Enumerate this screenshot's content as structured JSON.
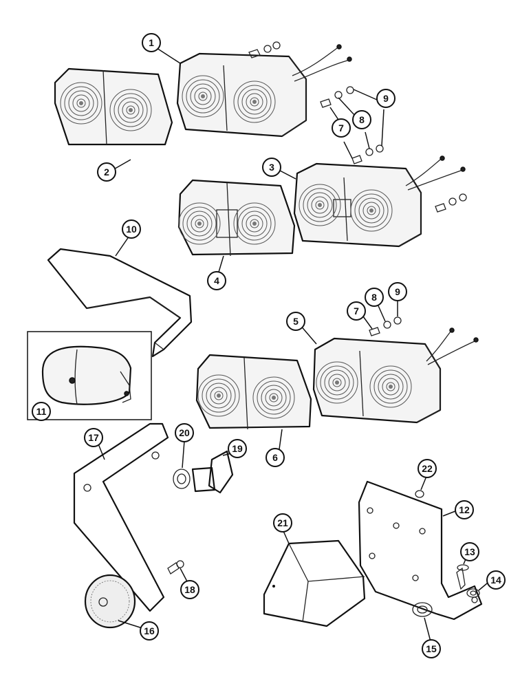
{
  "callouts": [
    {
      "id": "c1",
      "label": "1"
    },
    {
      "id": "c2",
      "label": "2"
    },
    {
      "id": "c3",
      "label": "3"
    },
    {
      "id": "c4",
      "label": "4"
    },
    {
      "id": "c5",
      "label": "5"
    },
    {
      "id": "c6",
      "label": "6"
    },
    {
      "id": "c7a",
      "label": "7"
    },
    {
      "id": "c8a",
      "label": "8"
    },
    {
      "id": "c9a",
      "label": "9"
    },
    {
      "id": "c7b",
      "label": "7"
    },
    {
      "id": "c8b",
      "label": "8"
    },
    {
      "id": "c9b",
      "label": "9"
    },
    {
      "id": "c10",
      "label": "10"
    },
    {
      "id": "c11",
      "label": "11"
    },
    {
      "id": "c12",
      "label": "12"
    },
    {
      "id": "c13",
      "label": "13"
    },
    {
      "id": "c14",
      "label": "14"
    },
    {
      "id": "c15",
      "label": "15"
    },
    {
      "id": "c16",
      "label": "16"
    },
    {
      "id": "c17",
      "label": "17"
    },
    {
      "id": "c18",
      "label": "18"
    },
    {
      "id": "c19",
      "label": "19"
    },
    {
      "id": "c20",
      "label": "20"
    },
    {
      "id": "c21",
      "label": "21"
    },
    {
      "id": "c22",
      "label": "22"
    }
  ]
}
